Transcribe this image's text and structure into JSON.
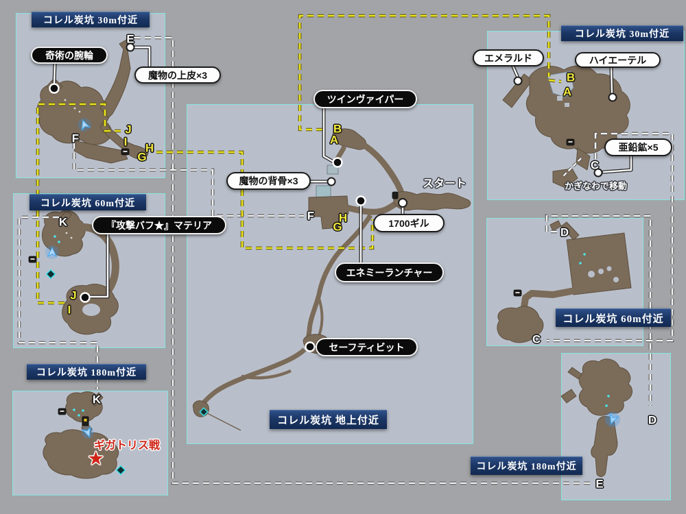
{
  "headers": [
    {
      "label": "コレル炭坑 30m付近"
    },
    {
      "label": "コレル炭坑 60m付近"
    },
    {
      "label": "コレル炭坑 180m付近"
    },
    {
      "label": "コレル炭坑 地上付近"
    },
    {
      "label": "コレル炭坑 30m付近"
    },
    {
      "label": "コレル炭坑 60m付近"
    },
    {
      "label": "コレル炭坑 180m付近"
    }
  ],
  "callouts": [
    {
      "label": "奇術の腕輪",
      "type": "accessory"
    },
    {
      "label": "魔物の上皮×3",
      "type": "item"
    },
    {
      "label": "ツインヴァイパー",
      "type": "weapon"
    },
    {
      "label": "魔物の背骨×3",
      "type": "item"
    },
    {
      "label": "1700ギル",
      "type": "gil"
    },
    {
      "label": "エネミーランチャー",
      "type": "weapon"
    },
    {
      "label": "セーフティビット",
      "type": "accessory"
    },
    {
      "label": "『攻撃バフ★』マテリア",
      "type": "materia"
    },
    {
      "label": "エメラルド",
      "type": "item"
    },
    {
      "label": "ハイエーテル",
      "type": "item"
    },
    {
      "label": "亜鉛鉱×5",
      "type": "item"
    }
  ],
  "letters": [
    {
      "char": "E",
      "color": "white"
    },
    {
      "char": "F",
      "color": "white"
    },
    {
      "char": "J",
      "color": "yellow"
    },
    {
      "char": "I",
      "color": "yellow"
    },
    {
      "char": "H",
      "color": "yellow"
    },
    {
      "char": "G",
      "color": "yellow"
    },
    {
      "char": "B",
      "color": "yellow"
    },
    {
      "char": "A",
      "color": "yellow"
    },
    {
      "char": "F",
      "color": "white"
    },
    {
      "char": "H",
      "color": "yellow"
    },
    {
      "char": "G",
      "color": "yellow"
    },
    {
      "char": "B",
      "color": "yellow"
    },
    {
      "char": "A",
      "color": "yellow"
    },
    {
      "char": "C",
      "color": "white"
    },
    {
      "char": "K",
      "color": "white"
    },
    {
      "char": "J",
      "color": "yellow"
    },
    {
      "char": "I",
      "color": "yellow"
    },
    {
      "char": "D",
      "color": "white"
    },
    {
      "char": "C",
      "color": "white"
    },
    {
      "char": "K",
      "color": "white"
    },
    {
      "char": "D",
      "color": "white"
    },
    {
      "char": "E",
      "color": "white"
    }
  ],
  "labels": {
    "start": "スタート",
    "grapple": "かぎなわで移動",
    "boss": "ギガトリス戦",
    "boss_star": "★"
  },
  "colors": {
    "background": "#a3a4a7",
    "panel": "#b9bfca",
    "panel_border": "#7debe6",
    "header": "#1c3766",
    "map_brown": "#7b6b59",
    "dash_yellow": "#ece421",
    "dash_white": "#f4f4f4",
    "boss_red": "#cf2517"
  }
}
